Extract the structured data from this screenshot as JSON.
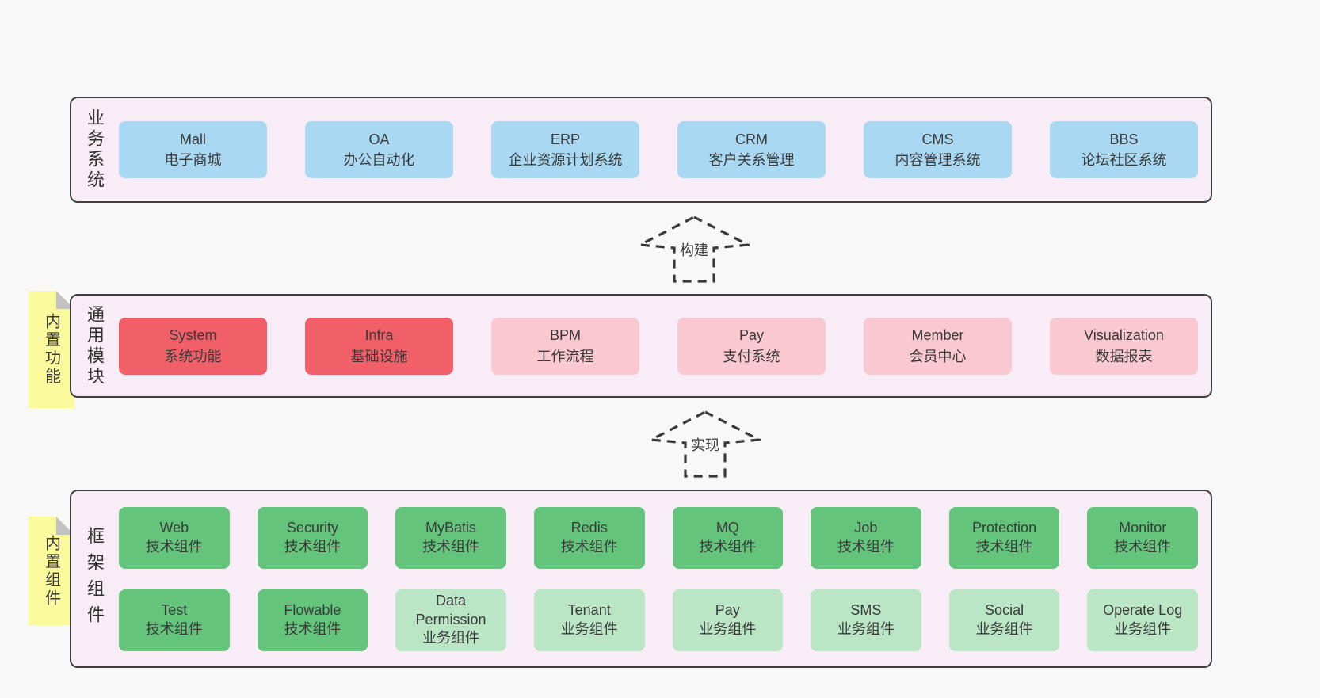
{
  "colors": {
    "page_bg": "#f8f8f8",
    "band_bg": "#f8edf6",
    "band_border": "#3f3f3f",
    "blue": "#a8d8f2",
    "red": "#f16068",
    "pink": "#f9c8d1",
    "green": "#64c47c",
    "green_light": "#bae6c5",
    "yellow_tag": "#fafa9d",
    "text": "#3a3a3a"
  },
  "arrows": [
    {
      "label": "构建"
    },
    {
      "label": "实现"
    }
  ],
  "bands": [
    {
      "label": "业务系统",
      "tag": null,
      "rows": [
        [
          {
            "id": "mall",
            "name": "Mall",
            "desc": "电子商城",
            "variant": "blue"
          },
          {
            "id": "oa",
            "name": "OA",
            "desc": "办公自动化",
            "variant": "blue"
          },
          {
            "id": "erp",
            "name": "ERP",
            "desc": "企业资源计划系统",
            "variant": "blue"
          },
          {
            "id": "crm",
            "name": "CRM",
            "desc": "客户关系管理",
            "variant": "blue"
          },
          {
            "id": "cms",
            "name": "CMS",
            "desc": "内容管理系统",
            "variant": "blue"
          },
          {
            "id": "bbs",
            "name": "BBS",
            "desc": "论坛社区系统",
            "variant": "blue"
          }
        ]
      ]
    },
    {
      "label": "通用模块",
      "tag": "内置功能",
      "rows": [
        [
          {
            "id": "system",
            "name": "System",
            "desc": "系统功能",
            "variant": "red"
          },
          {
            "id": "infra",
            "name": "Infra",
            "desc": "基础设施",
            "variant": "red"
          },
          {
            "id": "bpm",
            "name": "BPM",
            "desc": "工作流程",
            "variant": "pink"
          },
          {
            "id": "pay",
            "name": "Pay",
            "desc": "支付系统",
            "variant": "pink"
          },
          {
            "id": "member",
            "name": "Member",
            "desc": "会员中心",
            "variant": "pink"
          },
          {
            "id": "visualization",
            "name": "Visualization",
            "desc": "数据报表",
            "variant": "pink"
          }
        ]
      ]
    },
    {
      "label": "框架组件",
      "tag": "内置组件",
      "rows": [
        [
          {
            "id": "web",
            "name": "Web",
            "desc": "技术组件",
            "variant": "green"
          },
          {
            "id": "security",
            "name": "Security",
            "desc": "技术组件",
            "variant": "green"
          },
          {
            "id": "mybatis",
            "name": "MyBatis",
            "desc": "技术组件",
            "variant": "green"
          },
          {
            "id": "redis",
            "name": "Redis",
            "desc": "技术组件",
            "variant": "green"
          },
          {
            "id": "mq",
            "name": "MQ",
            "desc": "技术组件",
            "variant": "green"
          },
          {
            "id": "job",
            "name": "Job",
            "desc": "技术组件",
            "variant": "green"
          },
          {
            "id": "protection",
            "name": "Protection",
            "desc": "技术组件",
            "variant": "green"
          },
          {
            "id": "monitor",
            "name": "Monitor",
            "desc": "技术组件",
            "variant": "green"
          }
        ],
        [
          {
            "id": "test",
            "name": "Test",
            "desc": "技术组件",
            "variant": "green"
          },
          {
            "id": "flowable",
            "name": "Flowable",
            "desc": "技术组件",
            "variant": "green"
          },
          {
            "id": "data-permission",
            "name": "Data Permission",
            "desc": "业务组件",
            "variant": "green-light"
          },
          {
            "id": "tenant",
            "name": "Tenant",
            "desc": "业务组件",
            "variant": "green-light"
          },
          {
            "id": "pay-biz",
            "name": "Pay",
            "desc": "业务组件",
            "variant": "green-light"
          },
          {
            "id": "sms",
            "name": "SMS",
            "desc": "业务组件",
            "variant": "green-light"
          },
          {
            "id": "social",
            "name": "Social",
            "desc": "业务组件",
            "variant": "green-light"
          },
          {
            "id": "operate-log",
            "name": "Operate Log",
            "desc": "业务组件",
            "variant": "green-light"
          }
        ]
      ]
    }
  ]
}
